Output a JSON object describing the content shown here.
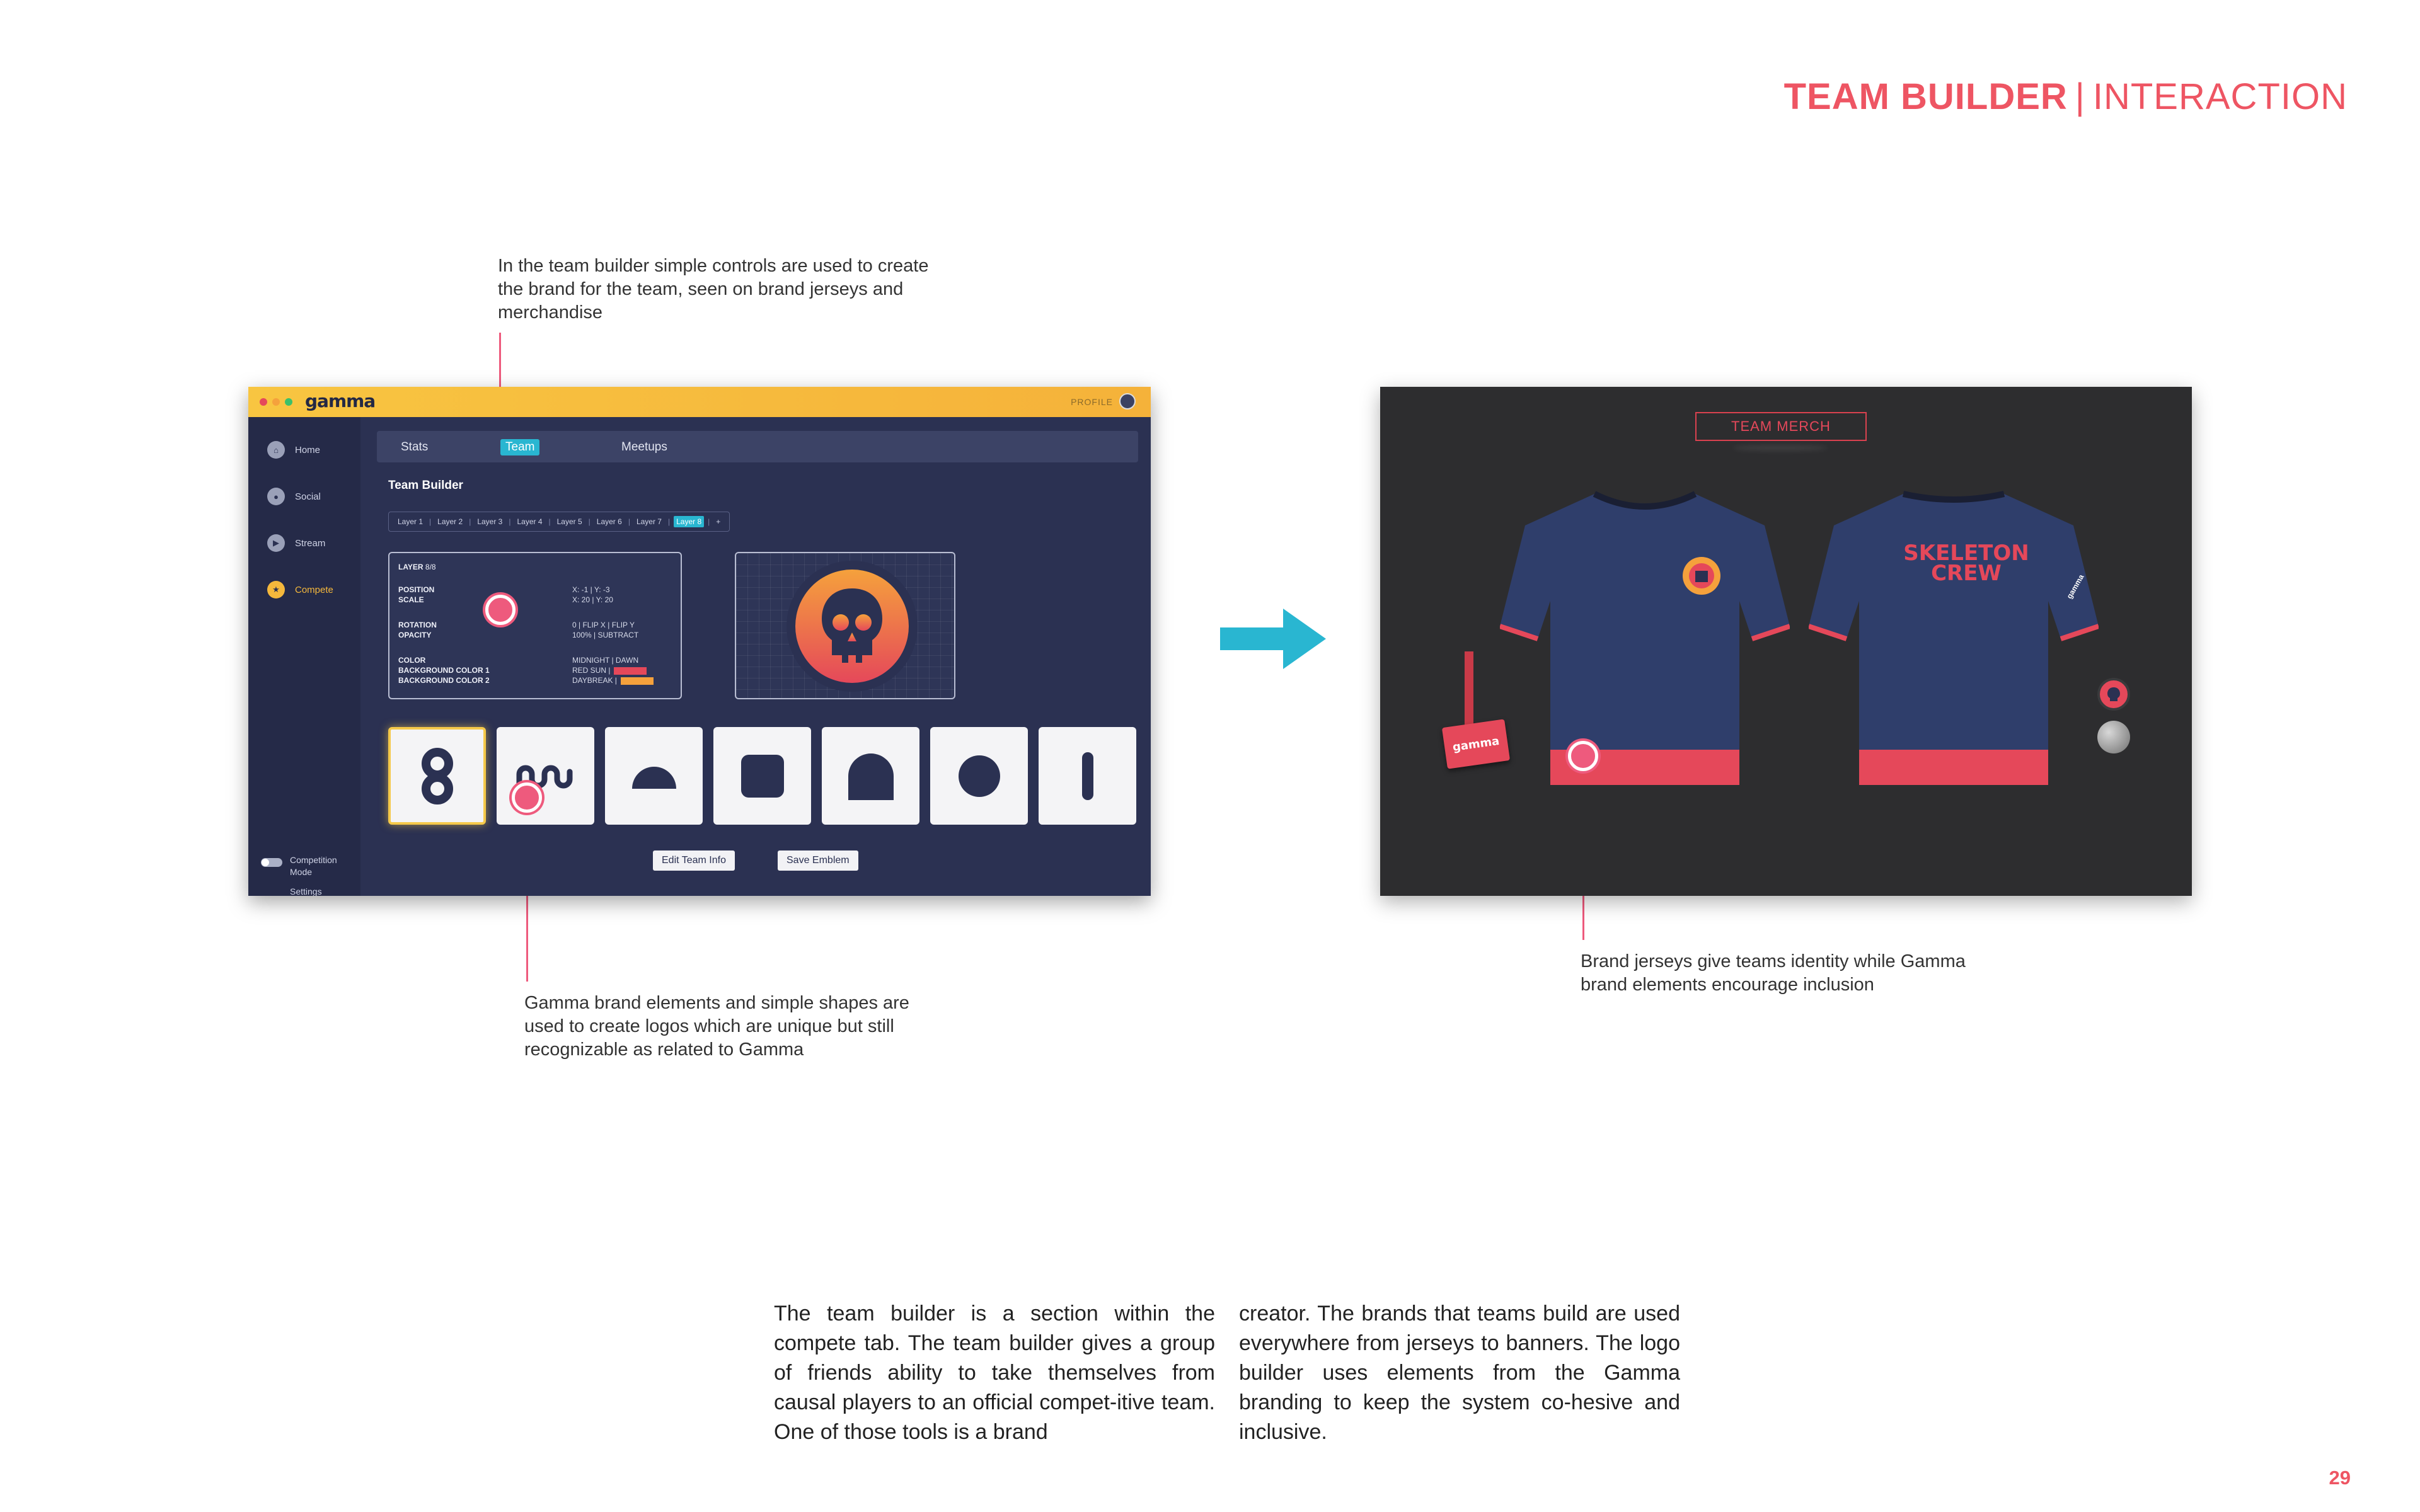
{
  "header": {
    "title_bold": "TEAM BUILDER",
    "separator": "|",
    "title_light": "INTERACTION"
  },
  "notes": {
    "top": "In the team builder simple controls are used to create the brand for the team, seen on brand jerseys and merchandise",
    "bottom": "Gamma brand elements and simple shapes are used to create logos which are unique but still recognizable as related to Gamma",
    "right": "Brand jerseys give teams identity while Gamma brand elements encourage inclusion"
  },
  "app": {
    "logo": "gamma",
    "profile": "PROFILE",
    "sidebar": {
      "items": [
        {
          "label": "Home",
          "icon": "home-icon"
        },
        {
          "label": "Social",
          "icon": "social-icon"
        },
        {
          "label": "Stream",
          "icon": "stream-icon"
        },
        {
          "label": "Compete",
          "icon": "compete-icon"
        }
      ],
      "competition_mode": "Competition Mode",
      "settings": "Settings"
    },
    "tabs": [
      "Stats",
      "Team",
      "Meetups"
    ],
    "active_tab": "Team",
    "section_title": "Team Builder",
    "layers": [
      "Layer 1",
      "Layer 2",
      "Layer 3",
      "Layer 4",
      "Layer 5",
      "Layer 6",
      "Layer 7",
      "Layer 8",
      "+"
    ],
    "active_layer": "Layer 8",
    "props": {
      "layer_label": "LAYER",
      "layer_value": "8/8",
      "position_label": "POSITION",
      "position_value": "X: -1  |  Y: -3",
      "scale_label": "SCALE",
      "scale_value": "X: 20  |  Y: 20",
      "rotation_label": "ROTATION",
      "rotation_value": "0   |  FLIP X  |  FLIP Y",
      "opacity_label": "OPACITY",
      "opacity_value": "100%  |  SUBTRACT",
      "color_label": "COLOR",
      "color_value": "MIDNIGHT  |  DAWN",
      "bg1_label": "BACKGROUND COLOR 1",
      "bg1_value": "RED SUN  |",
      "bg2_label": "BACKGROUND COLOR 2",
      "bg2_value": "DAYBREAK  |"
    },
    "buttons": {
      "edit": "Edit Team Info",
      "save": "Save Emblem"
    }
  },
  "merch": {
    "title": "TEAM MERCH",
    "jersey_back_text_1": "SKELETON",
    "jersey_back_text_2": "CREW",
    "badge_text": "gamma",
    "sleeve_text": "gamma"
  },
  "body": {
    "col1": "The team builder is a section within the compete tab. The team builder gives a group of friends ability to take themselves from causal players to an official compet-itive team.  One of those tools is a brand",
    "col2": "creator. The brands that teams build are used everywhere from jerseys to banners. The logo builder uses elements from the Gamma branding to keep the system co-hesive and inclusive."
  },
  "page_number": "29",
  "colors": {
    "accent": "#ee5563",
    "titlebar": "#f5b83c",
    "app_bg": "#2b3152",
    "active_tab": "#29b6d1",
    "jersey": "#2f3e6b",
    "jersey_band": "#e5485a",
    "arrow": "#29b6d1",
    "red_sun": "#e5485a",
    "daybreak": "#f5a13c"
  }
}
